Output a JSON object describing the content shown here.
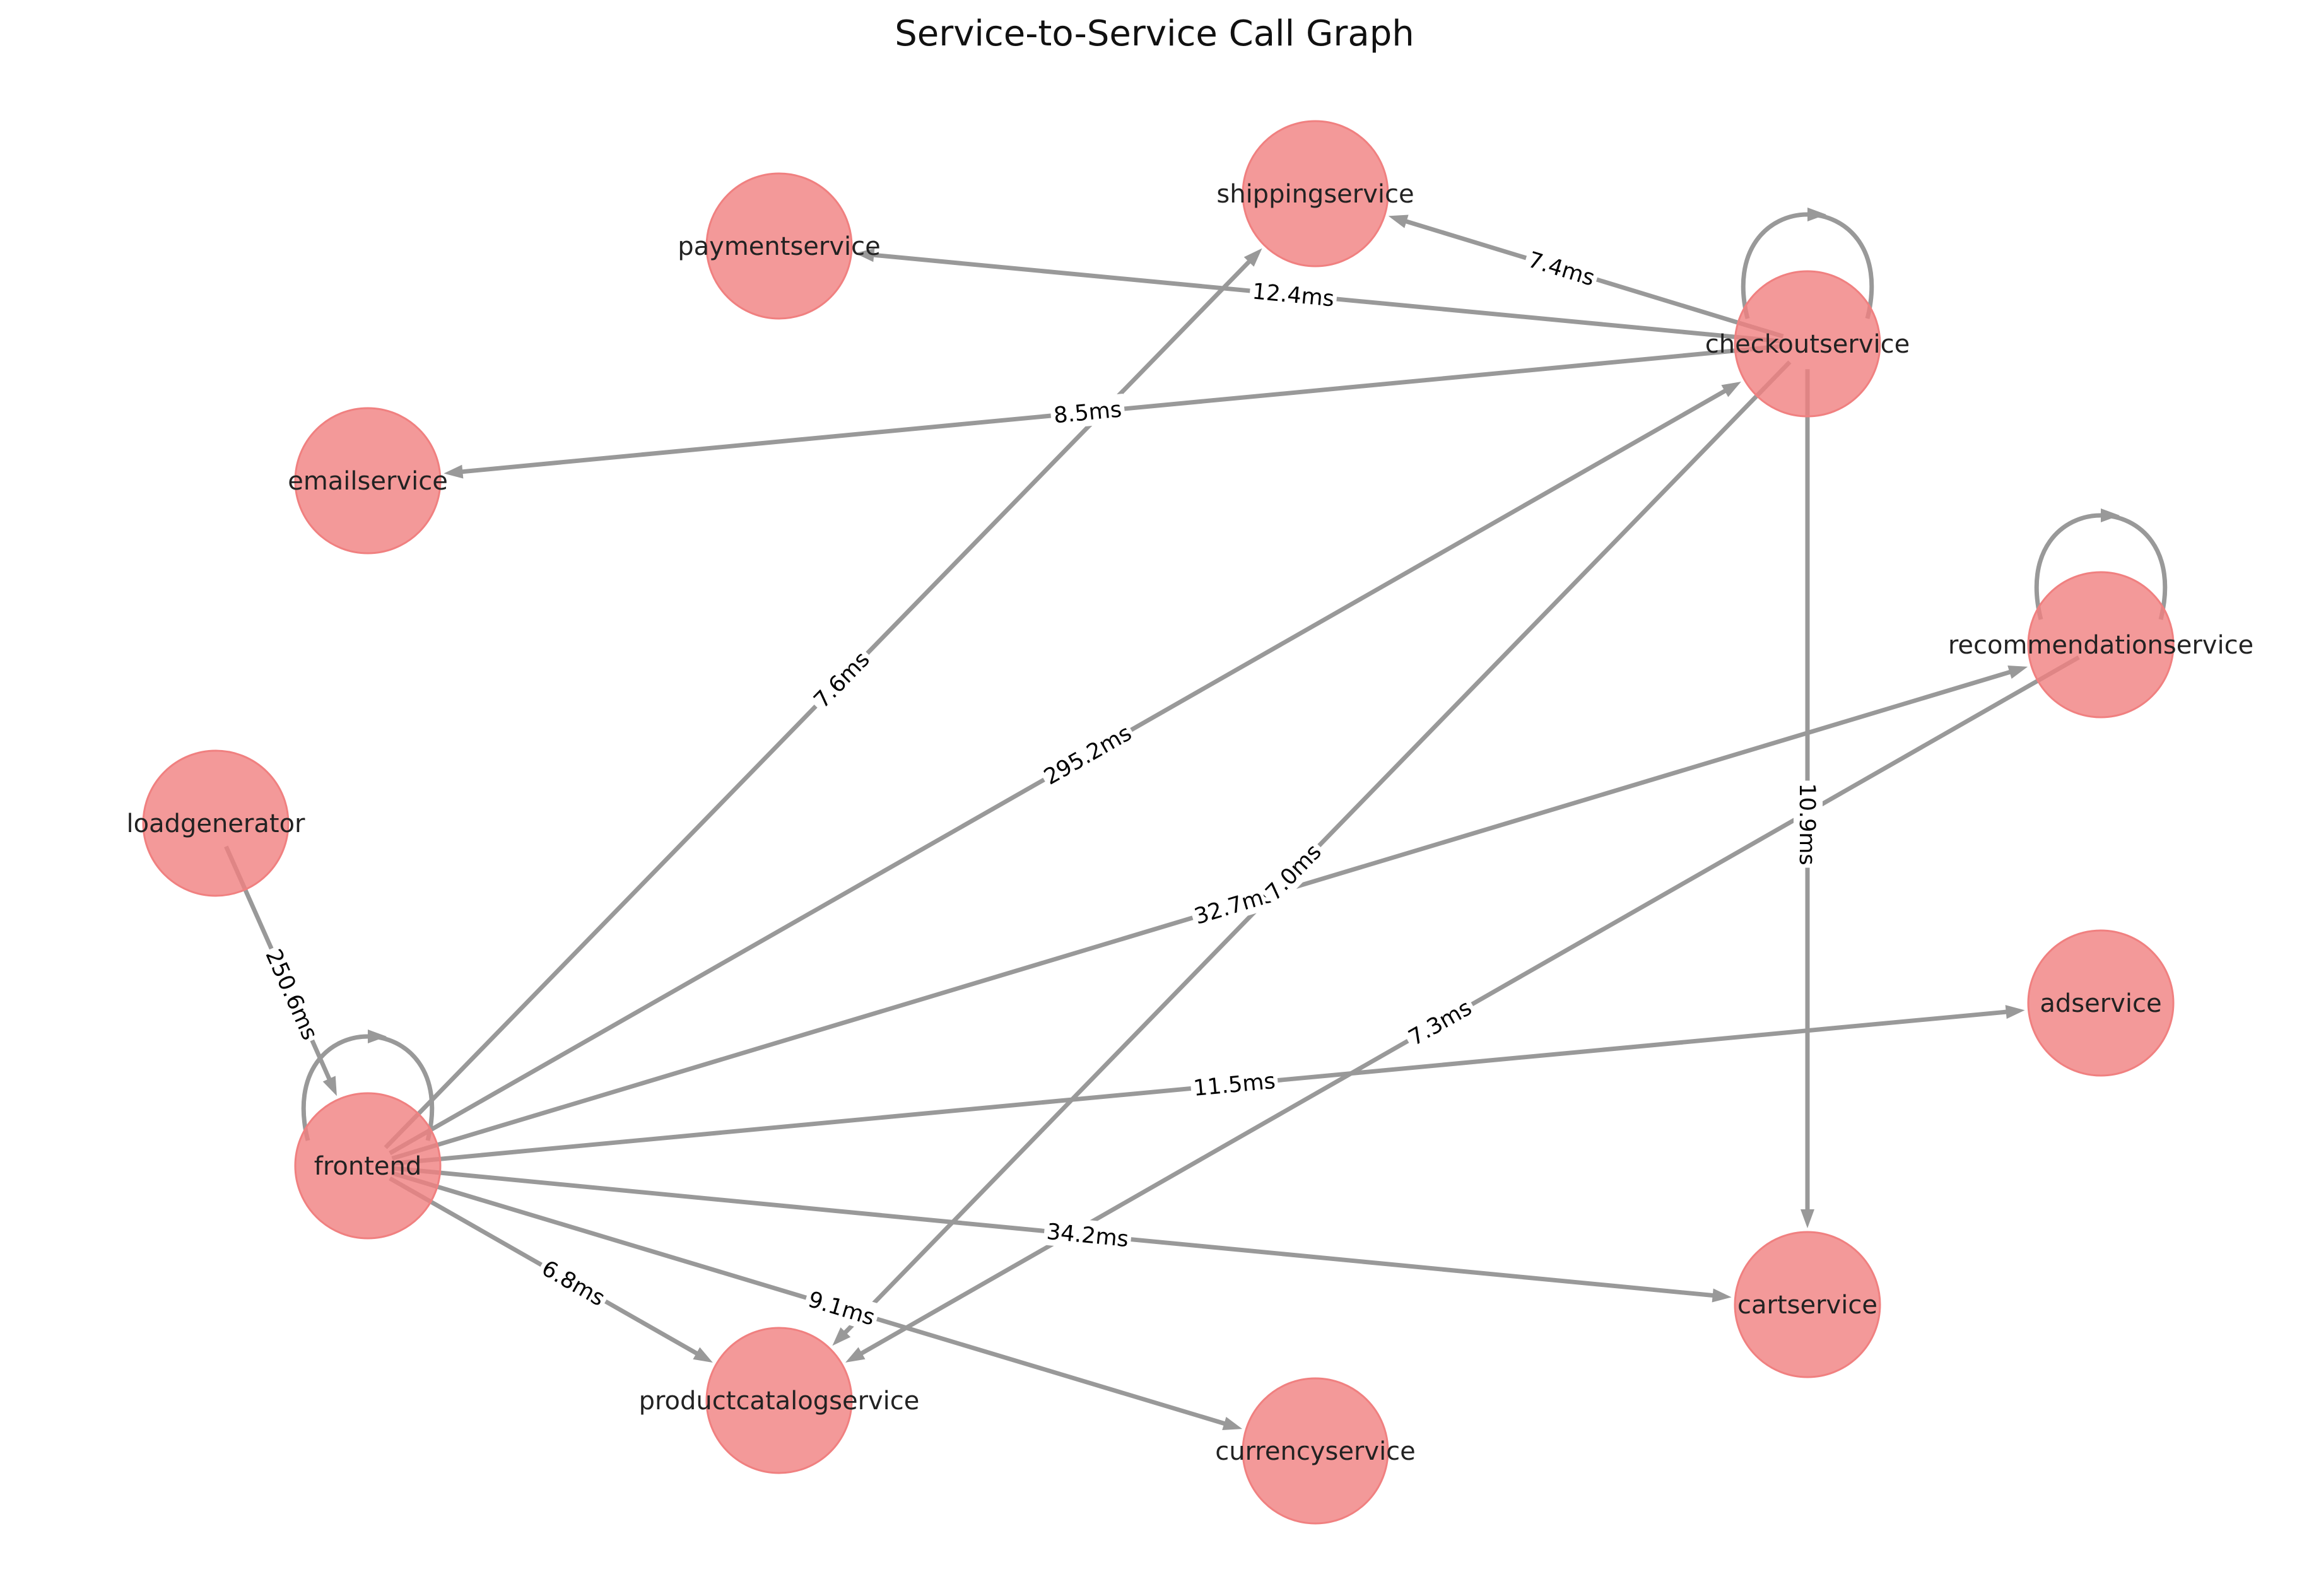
{
  "title": "Service-to-Service Call Graph",
  "colors": {
    "node_fill": "#f08080",
    "edge": "#999999",
    "background": "#ffffff"
  },
  "nodes": [
    {
      "id": "frontend",
      "label": "frontend"
    },
    {
      "id": "checkoutservice",
      "label": "checkoutservice"
    },
    {
      "id": "recommendationservice",
      "label": "recommendationservice"
    },
    {
      "id": "shippingservice",
      "label": "shippingservice"
    },
    {
      "id": "paymentservice",
      "label": "paymentservice"
    },
    {
      "id": "emailservice",
      "label": "emailservice"
    },
    {
      "id": "loadgenerator",
      "label": "loadgenerator"
    },
    {
      "id": "productcatalogservice",
      "label": "productcatalogservice"
    },
    {
      "id": "currencyservice",
      "label": "currencyservice"
    },
    {
      "id": "cartservice",
      "label": "cartservice"
    },
    {
      "id": "adservice",
      "label": "adservice"
    }
  ],
  "edges": [
    {
      "from": "loadgenerator",
      "to": "frontend",
      "label": "250.6ms"
    },
    {
      "from": "frontend",
      "to": "frontend",
      "label": ""
    },
    {
      "from": "frontend",
      "to": "shippingservice",
      "label": "7.6ms"
    },
    {
      "from": "frontend",
      "to": "checkoutservice",
      "label": "295.2ms"
    },
    {
      "from": "frontend",
      "to": "recommendationservice",
      "label": "32.7ms"
    },
    {
      "from": "frontend",
      "to": "adservice",
      "label": "11.5ms"
    },
    {
      "from": "frontend",
      "to": "cartservice",
      "label": "34.2ms"
    },
    {
      "from": "frontend",
      "to": "currencyservice",
      "label": "9.1ms"
    },
    {
      "from": "frontend",
      "to": "productcatalogservice",
      "label": "6.8ms"
    },
    {
      "from": "checkoutservice",
      "to": "checkoutservice",
      "label": ""
    },
    {
      "from": "checkoutservice",
      "to": "shippingservice",
      "label": "7.4ms"
    },
    {
      "from": "checkoutservice",
      "to": "paymentservice",
      "label": "12.4ms"
    },
    {
      "from": "checkoutservice",
      "to": "emailservice",
      "label": "8.5ms"
    },
    {
      "from": "checkoutservice",
      "to": "cartservice",
      "label": "10.9ms"
    },
    {
      "from": "checkoutservice",
      "to": "productcatalogservice",
      "label": "7.0ms"
    },
    {
      "from": "recommendationservice",
      "to": "recommendationservice",
      "label": ""
    },
    {
      "from": "recommendationservice",
      "to": "productcatalogservice",
      "label": "7.3ms"
    }
  ]
}
